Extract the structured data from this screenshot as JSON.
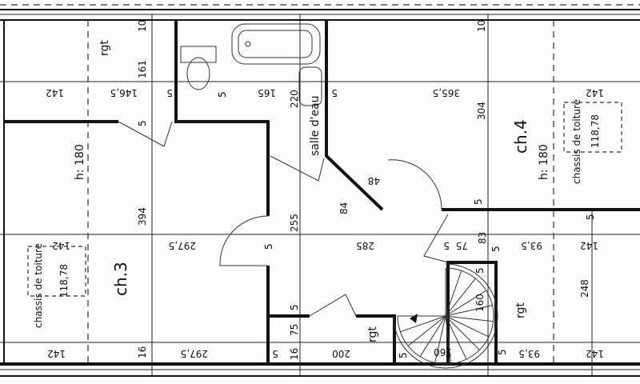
{
  "plan": {
    "rooms": {
      "ch3": "ch.3",
      "ch4": "ch.4",
      "salle": "salle d'eau"
    },
    "labels": [
      "10",
      "rgt",
      "161",
      "142",
      "146,5",
      "5",
      "5",
      "165",
      "220",
      "5",
      "365,5",
      "10",
      "304",
      "h: 180",
      "chassis de toiture",
      "118,78",
      "142",
      "5",
      "h: 180",
      "394",
      "297,5",
      "chassis de toiture",
      "142",
      "118,78",
      "255",
      "5",
      "5",
      "75",
      "16",
      "5",
      "16",
      "297,5",
      "142",
      "84",
      "48",
      "285",
      "5",
      "75",
      "83",
      "5",
      "93,5",
      "142",
      "5",
      "5",
      "248",
      "rgt",
      "160",
      "160",
      "200",
      "5",
      "5",
      "93,5",
      "142",
      "rgt",
      "5"
    ],
    "colors": {
      "ink": "#111111",
      "paper": "#fdfdfd"
    }
  }
}
